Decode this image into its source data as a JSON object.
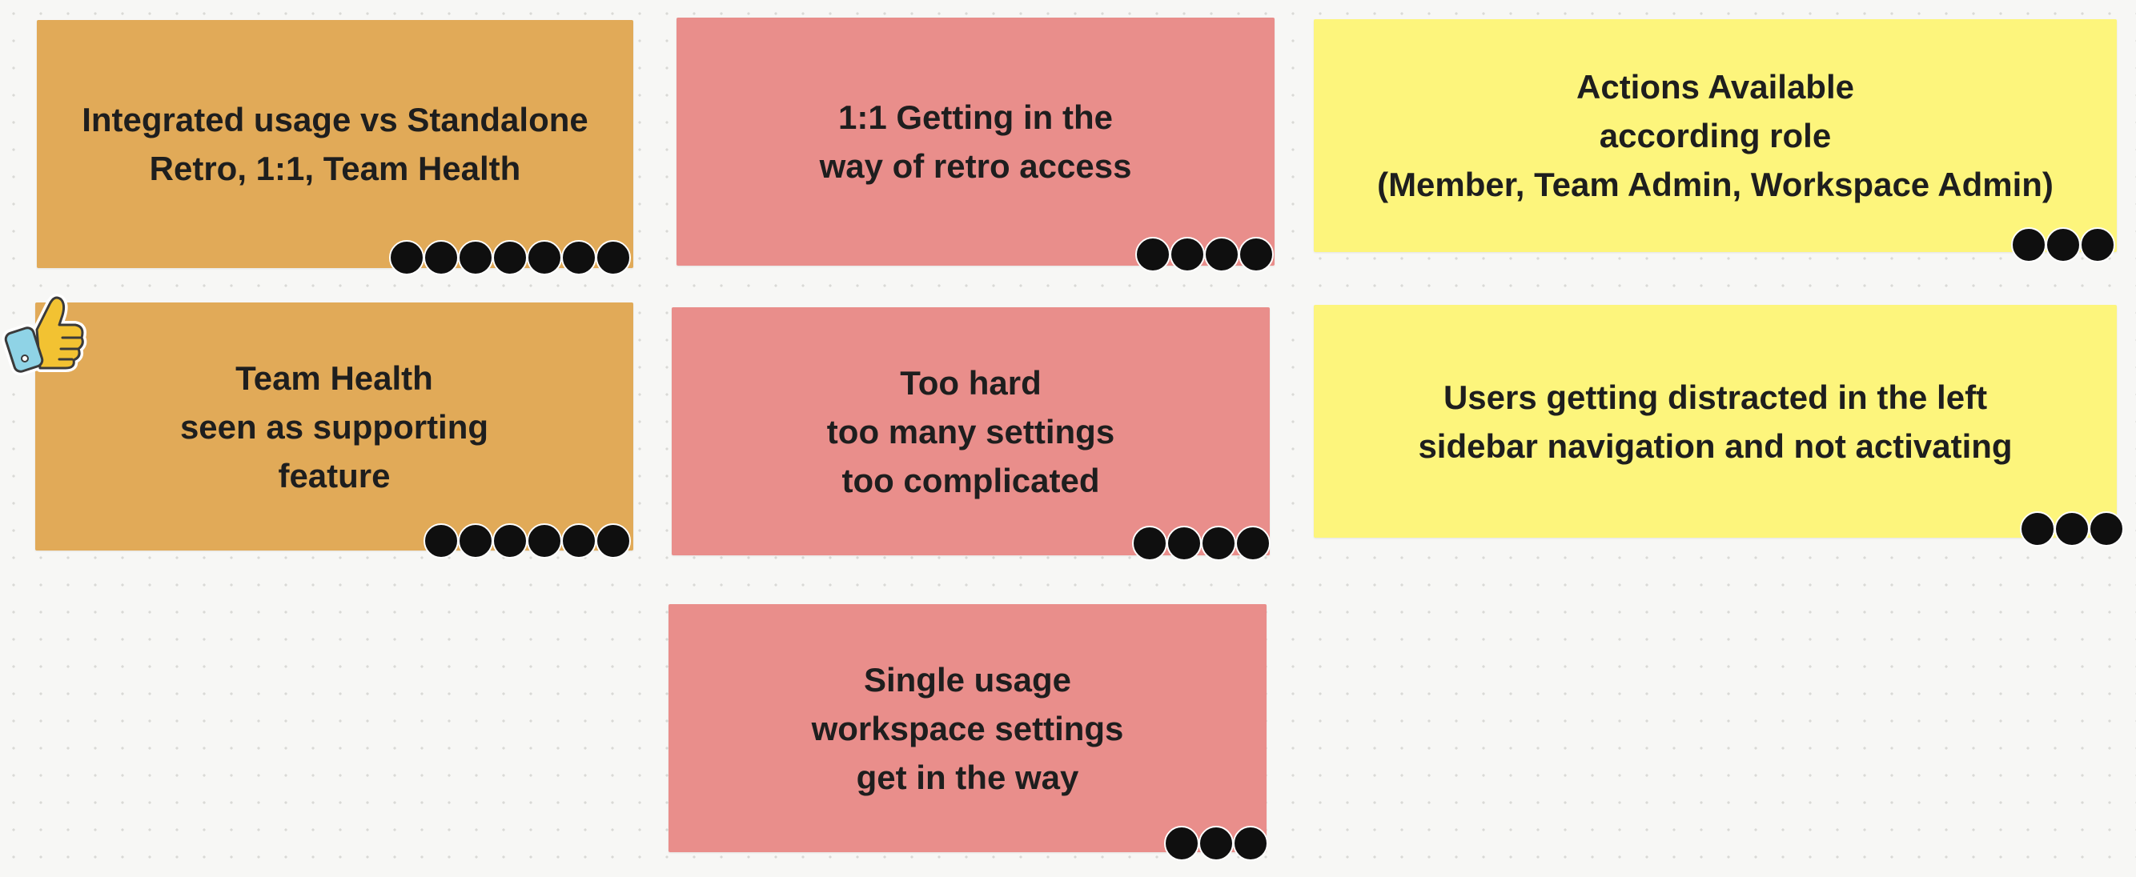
{
  "notes": [
    {
      "id": "n1",
      "color": "orange",
      "text": "Integrated usage vs Standalone\nRetro, 1:1, Team Health",
      "votes": 7
    },
    {
      "id": "n2",
      "color": "pink",
      "text": "1:1 Getting in the\nway of retro access",
      "votes": 4
    },
    {
      "id": "n3",
      "color": "yellow",
      "text": "Actions Available\naccording role\n(Member, Team Admin, Workspace Admin)",
      "votes": 3
    },
    {
      "id": "n4",
      "color": "orange",
      "text": "Team Health\nseen as supporting\nfeature",
      "votes": 6
    },
    {
      "id": "n5",
      "color": "pink",
      "text": "Too hard\ntoo many settings\ntoo complicated",
      "votes": 4
    },
    {
      "id": "n6",
      "color": "yellow",
      "text": "Users getting distracted in the left\nsidebar navigation and not activating",
      "votes": 3
    },
    {
      "id": "n7",
      "color": "pink",
      "text": "Single usage\nworkspace settings\nget in the way",
      "votes": 3
    }
  ],
  "colors": {
    "orange": "#e1aa58",
    "pink": "#e98e8b",
    "yellow": "#fdf57c",
    "vote_dot": "#0f0f0f",
    "canvas": "#f7f7f5"
  },
  "reaction": {
    "icon": "thumbs-up-icon"
  }
}
